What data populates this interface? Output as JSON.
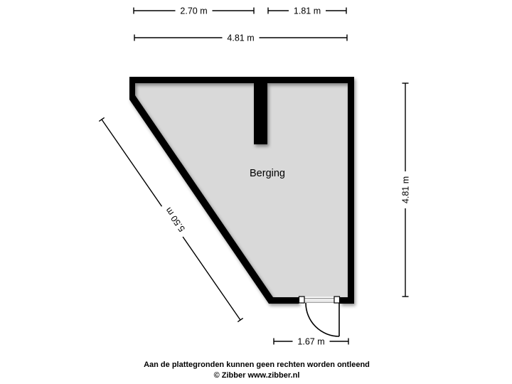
{
  "room": {
    "label": "Berging"
  },
  "dimensions": {
    "top_left": "2.70 m",
    "top_right": "1.81 m",
    "top_total": "4.81 m",
    "right_side": "4.81 m",
    "diagonal": "5.50 m",
    "bottom": "1.67 m"
  },
  "footer": {
    "disclaimer": "Aan de plattegronden kunnen geen rechten worden ontleend",
    "copyright": "© Zibber www.zibber.nl"
  },
  "colors": {
    "background": "#ffffff",
    "wall": "#000000",
    "floor": "#d9d9d9",
    "sill_fill": "#ececec",
    "sill_stroke": "#8f8f8f",
    "label_background": "#ffffff",
    "text": "#000000"
  }
}
